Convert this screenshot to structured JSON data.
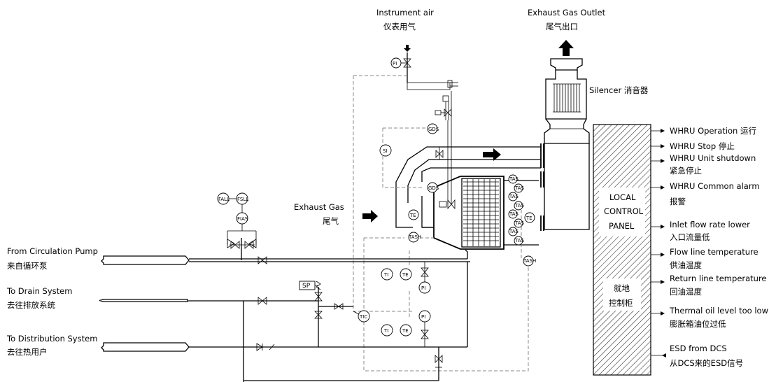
{
  "labels": {
    "instrument_air_en": "Instrument air",
    "instrument_air_cn": "仪表用气",
    "exhaust_outlet_en": "Exhaust Gas Outlet",
    "exhaust_outlet_cn": "尾气出口",
    "silencer": "Silencer  消音器",
    "exhaust_gas_en": "Exhaust Gas",
    "exhaust_gas_cn": "尾气",
    "from_pump_en": "From Circulation Pump",
    "from_pump_cn": "来自循环泵",
    "to_drain_en": "To Drain System",
    "to_drain_cn": "去往排放系统",
    "to_dist_en": "To Distribution System",
    "to_dist_cn": "去往热用户"
  },
  "panel": {
    "local_1": "LOCAL",
    "local_2": "CONTROL",
    "local_3": "PANEL",
    "onsite_1": "就地",
    "onsite_2": "控制柜"
  },
  "signals": [
    {
      "en": "WHRU Operation  运行",
      "cn": ""
    },
    {
      "en": "WHRU Stop  停止",
      "cn": ""
    },
    {
      "en": "WHRU Unit shutdown",
      "cn": "紧急停止"
    },
    {
      "en": "WHRU Common alarm",
      "cn": "报警"
    },
    {
      "en": "Inlet flow rate lower",
      "cn": "入口流量低"
    },
    {
      "en": "Flow line temperature",
      "cn": "供油温度"
    },
    {
      "en": "Return line temperature",
      "cn": "回油温度"
    },
    {
      "en": "Thermal oil level too low",
      "cn": "膨胀箱油位过低"
    },
    {
      "en": "ESD from DCS",
      "cn": "从DCS来的ESD信号"
    }
  ],
  "instruments": {
    "pi": "PI",
    "gds": "GDS",
    "si": "SI",
    "fall": "FALL",
    "fsll": "FSLL",
    "fias": "FIAS",
    "te": "TE",
    "tas": "TAS",
    "tash": "TASH",
    "ti": "TI",
    "tic": "TIC",
    "sp": "SP"
  }
}
